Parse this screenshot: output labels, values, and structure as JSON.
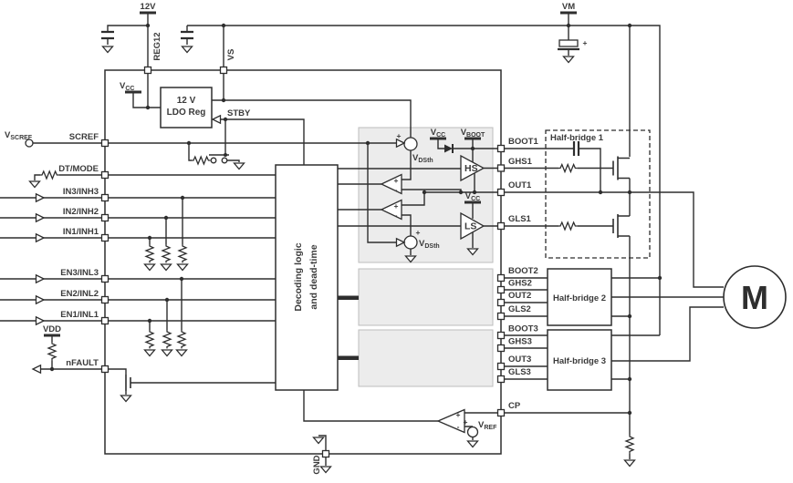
{
  "diagram": {
    "description": "Three-phase motor gate driver IC functional block diagram with external half-bridges and motor"
  },
  "supplies": {
    "v12": "12V",
    "vm": "VM",
    "vdd": "VDD",
    "gnd": "GND"
  },
  "top_pins": {
    "reg12": "REG12",
    "vs": "VS"
  },
  "left_pins": {
    "scref": "SCREF",
    "dt_mode": "DT/MODE",
    "in3": "IN3/INH3",
    "in2": "IN2/INH2",
    "in1": "IN1/INH1",
    "en3": "EN3/INL3",
    "en2": "EN2/INL2",
    "en1": "EN1/INL1",
    "nfault": "nFAULT"
  },
  "right_pins": {
    "boot1": "BOOT1",
    "ghs1": "GHS1",
    "out1": "OUT1",
    "gls1": "GLS1",
    "boot2": "BOOT2",
    "ghs2": "GHS2",
    "out2": "OUT2",
    "gls2": "GLS2",
    "boot3": "BOOT3",
    "ghs3": "GHS3",
    "out3": "OUT3",
    "gls3": "GLS3",
    "cp": "CP"
  },
  "blocks": {
    "ldo_line1": "12 V",
    "ldo_line2": "LDO Reg",
    "dec_line1": "Decoding logic",
    "dec_line2": "and dead-time",
    "hb1": "Half-bridge 1",
    "hb2": "Half-bridge 2",
    "hb3": "Half-bridge 3"
  },
  "drivers": {
    "hs": "HS",
    "ls": "LS"
  },
  "signals": {
    "stby": "STBY"
  },
  "motor": {
    "label": "M"
  },
  "marks": {
    "plus": "+",
    "minus": "-"
  },
  "sub": {
    "vscref": {
      "v": "V",
      "s": "SCREF"
    },
    "vcc": {
      "v": "V",
      "s": "CC"
    },
    "vboot": {
      "v": "V",
      "s": "BOOT"
    },
    "vdsth": {
      "v": "V",
      "s": "DSth"
    },
    "vref": {
      "v": "V",
      "s": "REF"
    }
  },
  "colors": {
    "line": "#2e2e2e",
    "block_fill": "#ececec",
    "text": "#3a3a3a"
  }
}
